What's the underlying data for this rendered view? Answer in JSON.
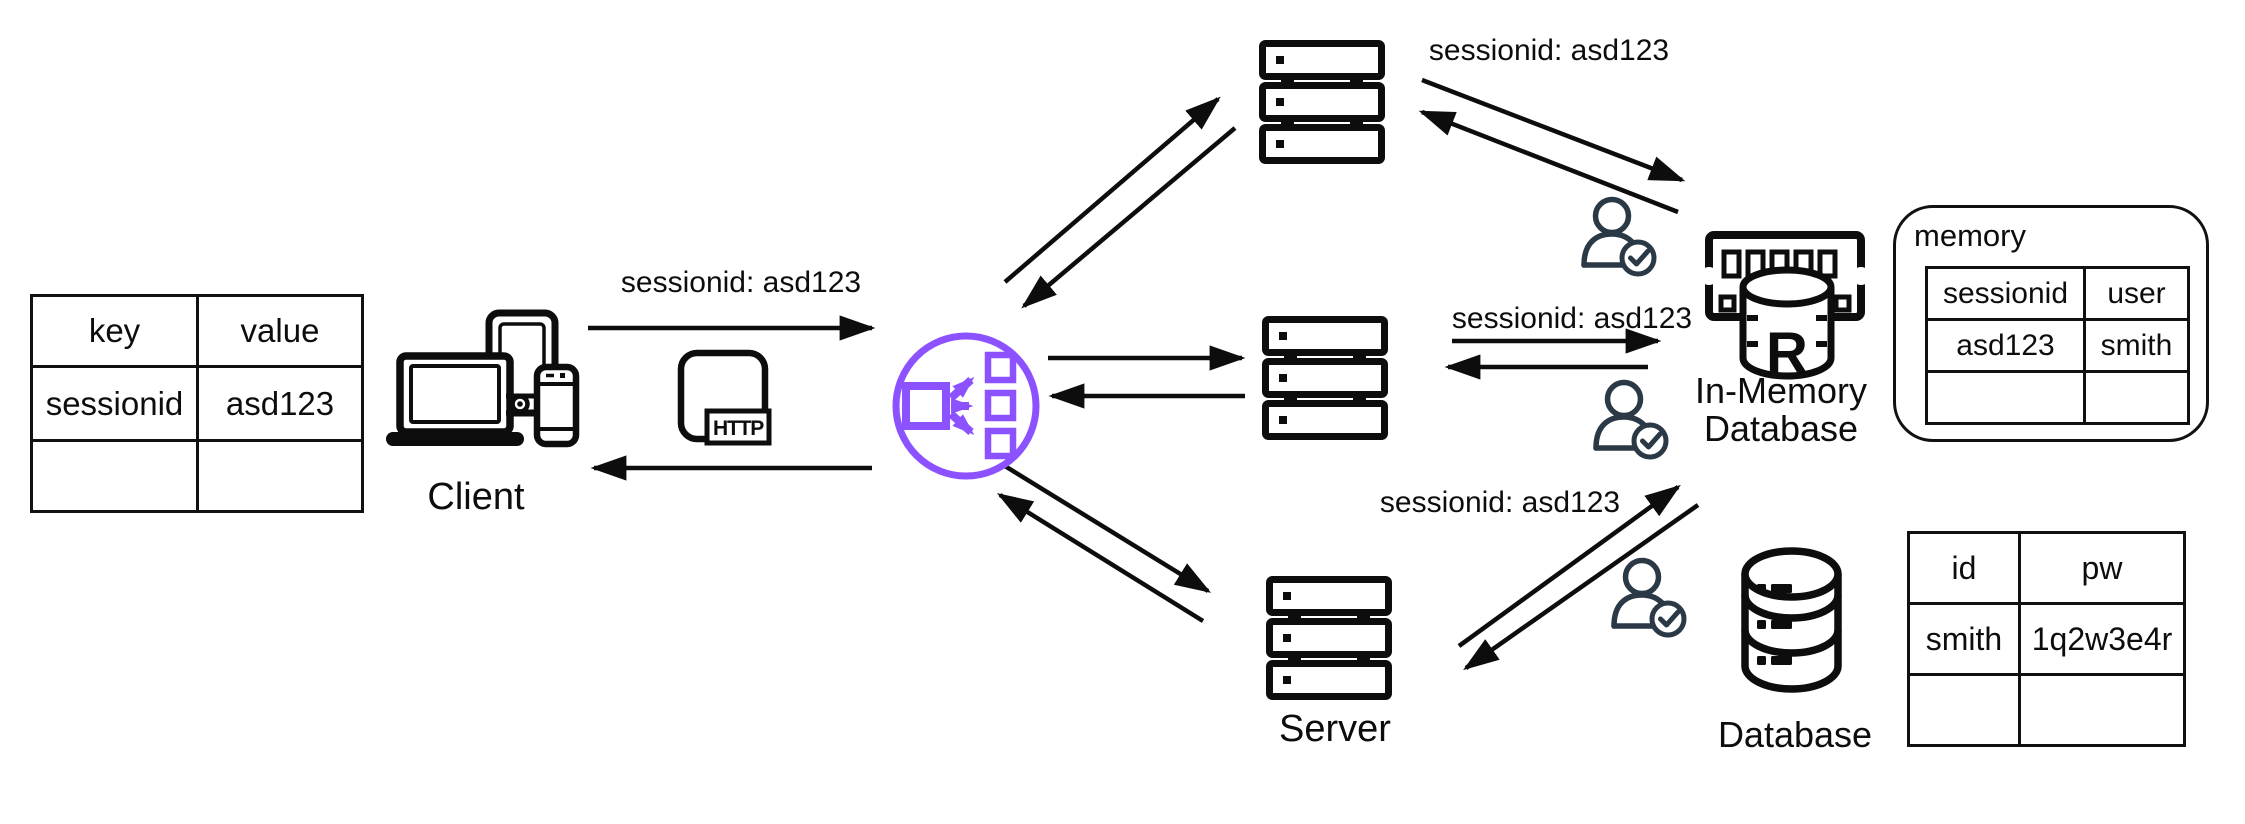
{
  "colors": {
    "accent_purple": "#8C52FF",
    "ink": "#0d0d0d",
    "person_icon": "#2b3947"
  },
  "client_table": {
    "headers": [
      "key",
      "value"
    ],
    "rows": [
      [
        "sessionid",
        "asd123"
      ],
      [
        "",
        ""
      ]
    ]
  },
  "memory_panel": {
    "title": "memory",
    "table": {
      "headers": [
        "sessionid",
        "user"
      ],
      "rows": [
        [
          "asd123",
          "smith"
        ],
        [
          "",
          ""
        ]
      ]
    }
  },
  "credentials_table": {
    "headers": [
      "id",
      "pw"
    ],
    "rows": [
      [
        "smith",
        "1q2w3e4r"
      ],
      [
        "",
        ""
      ]
    ]
  },
  "nodes": {
    "client": "Client",
    "server": "Server",
    "in_memory_database": "In-Memory Database",
    "database": "Database"
  },
  "messages": {
    "client_request": "sessionid: asd123",
    "top_server_lookup": "sessionid: asd123",
    "middle_server_lookup": "sessionid: asd123",
    "bottom_server_lookup": "sessionid: asd123"
  },
  "icons": {
    "http_badge": "HTTP",
    "redis_letter": "R",
    "client_devices": "laptop-tablet-phone-icon",
    "load_balancer": "elb-distribution-icon",
    "server": "server-stack-icon",
    "verified_user": "user-check-icon",
    "in_memory_db": "ram-redis-icon",
    "database": "db-cylinder-icon"
  }
}
